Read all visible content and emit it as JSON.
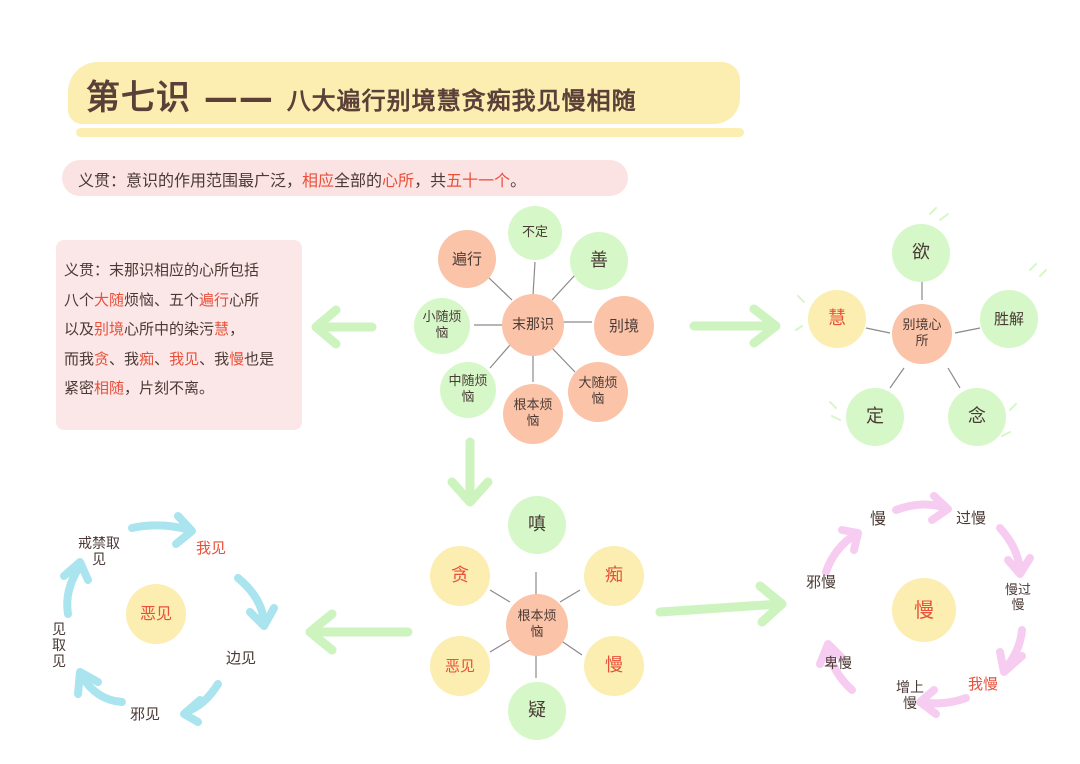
{
  "title": {
    "main": "第七识",
    "dash": "——",
    "rest": "八大遍行别境慧贪痴我见慢相随"
  },
  "subtitle": {
    "prefix": "义贯：意识的作用范围最广泛，",
    "hl1": "相应",
    "mid": "全部的",
    "hl2": "心所",
    "mid2": "，共",
    "hl3": "五十一个",
    "suffix": "。"
  },
  "textbox": {
    "line1": "义贯：末那识相应的心所包括",
    "line2a": "八个",
    "line2b": "大随",
    "line2c": "烦恼、五个",
    "line2d": "遍行",
    "line2e": "心所",
    "line3a": "以及",
    "line3b": "别境",
    "line3c": "心所中的染污",
    "line3d": "慧",
    "line3e": "，",
    "line4a": "而我",
    "line4b": "贪",
    "line4c": "、我",
    "line4d": "痴",
    "line4e": "、",
    "line4f": "我见",
    "line4g": "、我",
    "line4h": "慢",
    "line4i": "也是",
    "line5a": "紧密",
    "line5b": "相随",
    "line5c": "，片刻不离。"
  },
  "center_diagram": {
    "center": "末那识",
    "nodes": [
      "不定",
      "善",
      "别境",
      "大随烦恼",
      "根本烦恼",
      "中随烦恼",
      "小随烦恼",
      "遍行"
    ]
  },
  "right_top_diagram": {
    "center": "别境心所",
    "nodes": [
      "欲",
      "胜解",
      "念",
      "定",
      "慧"
    ]
  },
  "bottom_center_diagram": {
    "center": "根本烦恼",
    "nodes": [
      "嗔",
      "痴",
      "慢",
      "疑",
      "恶见",
      "贪"
    ]
  },
  "left_bottom_cycle": {
    "center": "恶见",
    "items": [
      "我见",
      "边见",
      "邪见",
      "见取见",
      "戒禁取见"
    ]
  },
  "right_bottom_cycle": {
    "center": "慢",
    "items": [
      "慢",
      "过慢",
      "慢过慢",
      "我慢",
      "增上慢",
      "卑慢",
      "邪慢"
    ]
  },
  "colors": {
    "green": "#d6f7c8",
    "orange": "#fbc3a8",
    "yellow": "#fbeeb0",
    "pink": "#fbe3e3",
    "highlight": "#e8503a",
    "text": "#4a3a35",
    "arrow_green": "#cdf3bf",
    "arrow_blue": "#a9e4ef",
    "arrow_pink": "#f6cdf0"
  }
}
